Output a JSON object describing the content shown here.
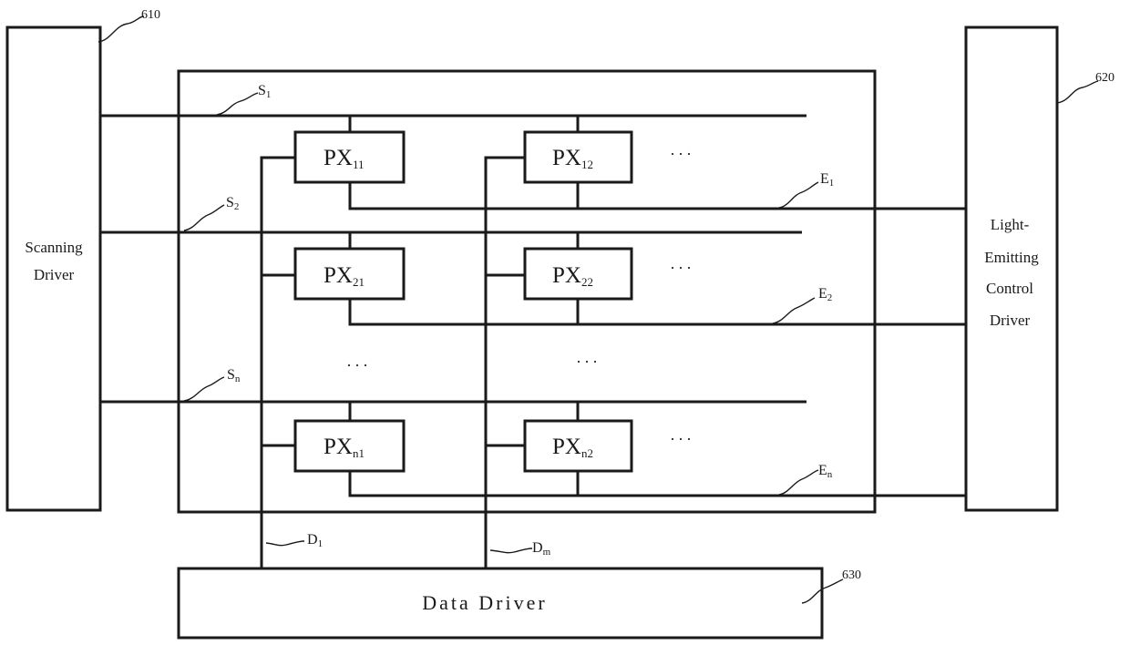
{
  "blocks": {
    "scanning_driver": {
      "lines": [
        "Scanning",
        "Driver"
      ],
      "ref": "610"
    },
    "emission_driver": {
      "lines": [
        "Light-",
        "Emitting",
        "Control",
        "Driver"
      ],
      "ref": "620"
    },
    "data_driver": {
      "label": "Data Driver",
      "ref": "630"
    }
  },
  "pixels": [
    {
      "main": "PX",
      "sub": "11"
    },
    {
      "main": "PX",
      "sub": "12"
    },
    {
      "main": "PX",
      "sub": "21"
    },
    {
      "main": "PX",
      "sub": "22"
    },
    {
      "main": "PX",
      "sub": "n1"
    },
    {
      "main": "PX",
      "sub": "n2"
    }
  ],
  "signals": {
    "scan": [
      {
        "main": "S",
        "sub": "1"
      },
      {
        "main": "S",
        "sub": "2"
      },
      {
        "main": "S",
        "sub": "n"
      }
    ],
    "emission": [
      {
        "main": "E",
        "sub": "1"
      },
      {
        "main": "E",
        "sub": "2"
      },
      {
        "main": "E",
        "sub": "n"
      }
    ],
    "data": [
      {
        "main": "D",
        "sub": "1"
      },
      {
        "main": "D",
        "sub": "m"
      }
    ]
  },
  "ellipsis": "···"
}
